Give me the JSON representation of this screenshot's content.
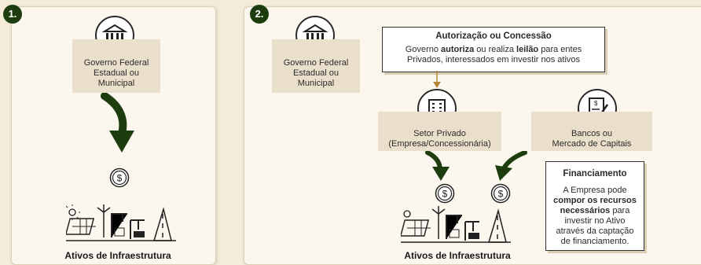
{
  "step1": {
    "number": "1.",
    "gov_lines": [
      "Governo Federal",
      "Estadual ou",
      "Municipal"
    ],
    "infra_label": "Ativos de Infraestrutura"
  },
  "step2": {
    "number": "2.",
    "gov_lines": [
      "Governo Federal",
      "Estadual ou",
      "Municipal"
    ],
    "auth_box": {
      "title": "Autorização ou Concessão",
      "line1_pre": "Governo ",
      "line1_b1": "autoriza",
      "line1_mid": " ou realiza ",
      "line1_b2": "leilão",
      "line1_post": " para entes",
      "line2": "Privados, interessados em investir nos ativos"
    },
    "private_lines": [
      "Setor Privado",
      "(Empresa/Concessionária)"
    ],
    "banks_lines": [
      "Bancos ou",
      "Mercado de Capitais"
    ],
    "financing": {
      "title": "Financiamento",
      "l1": "A Empresa pode",
      "l2b": "compor os recursos",
      "l3b": "necessários",
      "l3": " para",
      "l4": "investir no Ativo",
      "l5": "através da captação",
      "l6": "de financiamento."
    },
    "infra_label": "Ativos de Infraestrutura"
  },
  "colors": {
    "badge": "#1e3d0f",
    "arrow": "#1e3d0f",
    "label_bg": "#eadfca",
    "page_bg": "#f4ebd9",
    "connector": "#b8863b"
  },
  "icons": [
    "bank-icon",
    "building-icon",
    "contract-signature-icon",
    "dollar-coin-icon",
    "infrastructure-icon"
  ]
}
